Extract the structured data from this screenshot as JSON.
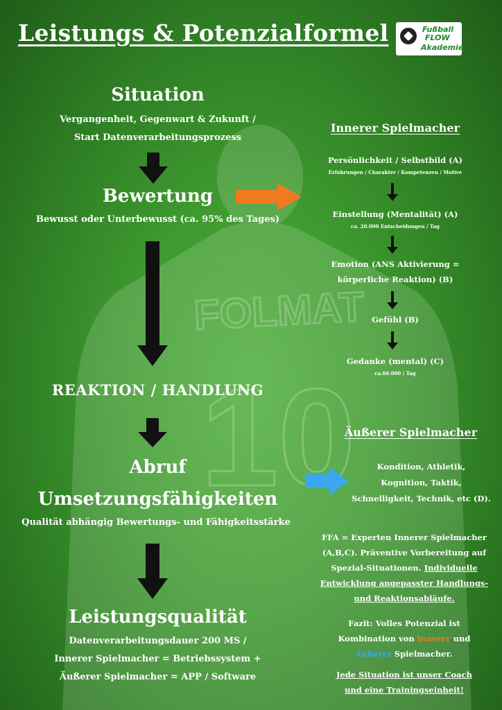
{
  "header": {
    "title": "Leistungs & Potenzialformel"
  },
  "logo": {
    "line1": "Fußball",
    "line2": "FLOW",
    "line3": "Akademie"
  },
  "left": {
    "situation": {
      "title": "Situation",
      "line1": "Vergangenheit, Gegenwart & Zukunft /",
      "line2": "Start Datenverarbeitungsprozess"
    },
    "bewertung": {
      "title": "Bewertung",
      "line1": "Bewusst oder Unterbewusst (ca. 95% des Tages)"
    },
    "reaktion": {
      "title": "REAKTION / HANDLUNG"
    },
    "abruf": {
      "title1": "Abruf",
      "title2": "Umsetzungsfähigkeiten",
      "line1": "Qualität abhängig Bewertungs- und Fähigkeitsstärke"
    },
    "leistung": {
      "title": "Leistungsqualität",
      "line1": "Datenverarbeitungsdauer 200 MS /",
      "line2": "Innerer Spielmacher = Betriebssystem +",
      "line3": "Äußerer Spielmacher = APP / Software"
    }
  },
  "inner": {
    "title": "Innerer Spielmacher",
    "items": [
      {
        "label": "Persönlichkeit / Selbstbild (A)",
        "note": "Erfahrungen / Charakter / Kompetenzen / Motive"
      },
      {
        "label": "Einstellung (Mentalität) (A)",
        "note": "ca. 20.000 Entscheidungen / Tag"
      },
      {
        "label": "Emotion (ANS Aktivierung =",
        "label2": "körperliche Reaktion) (B)"
      },
      {
        "label": "Gefühl (B)"
      },
      {
        "label": "Gedanke (mental) (C)",
        "note": "ca.60.000 / Tag"
      }
    ]
  },
  "outer": {
    "title": "Äußerer Spielmacher",
    "line1": "Kondition, Athletik,",
    "line2": "Kognition, Taktik,",
    "line3": "Schnelligkeit, Technik, etc (D)."
  },
  "ffa": {
    "line1": "FFA = Experten Innerer Spielmacher",
    "line2": "(A,B,C). Präventive Vorbereitung auf",
    "line3a": "Spezial-Situationen. ",
    "line3b": "Individuelle",
    "line4": "Entwicklung angepasster Handlungs-",
    "line5": "und Reaktionsabläufe."
  },
  "fazit": {
    "line1": "Fazit: Volles Potenzial ist",
    "line2a": "Kombination von ",
    "line2b": "innerer",
    "line2c": " und",
    "line3a": "äußerer",
    "line3b": " Spielmacher.",
    "line4": "Jede Situation ist unser Coach",
    "line5": "und eine Trainingseinheit!"
  },
  "colors": {
    "orange_arrow": "#f07a1f",
    "blue_arrow": "#3aa7f0",
    "background": "#3f9a30"
  },
  "background_jersey": {
    "name": "FOLMAT",
    "number": "10"
  }
}
